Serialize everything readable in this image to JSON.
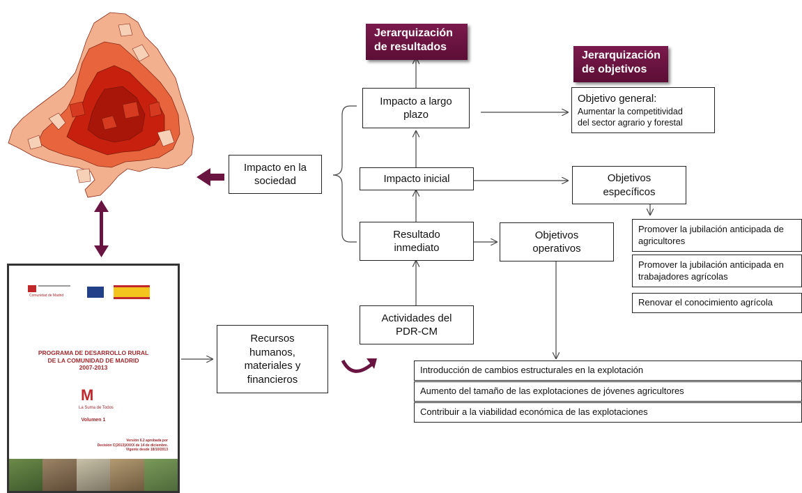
{
  "colors": {
    "accent": "#6a1541",
    "accent_dark": "#5c0e36",
    "map_dark": "#c21a0c",
    "map_mid": "#e85a38",
    "map_light": "#f4b090"
  },
  "headers": {
    "resultados": "Jerarquización\nde resultados",
    "objetivos": "Jerarquización\nde objetivos"
  },
  "boxes": {
    "impacto_largo": "Impacto  a largo\nplazo",
    "impacto_inicial": "Impacto  inicial",
    "resultado": "Resultado\ninmediato",
    "actividades": "Actividades del\nPDR-CM",
    "sociedad": "Impacto  en la\nsociedad",
    "recursos": "Recursos\nhumanos,\nmateriales  y\nfinancieros",
    "obj_general_title": "Objetivo general:",
    "obj_general_text": "Aumentar la competitividad\ndel sector agrario  y forestal",
    "obj_especificos": "Objetivos\nespecíficos",
    "obj_operativos": "Objetivos\noperativos"
  },
  "especificos_list": [
    "Promover  la jubilación  anticipada de\nagricultores",
    "Promover  la jubilación  anticipada en\ntrabajadores agrícolas",
    "Renovar el conocimiento agrícola"
  ],
  "operativos_list": [
    "Introducción  de cambios estructurales en la explotación",
    "Aumento del tamaño de las explotaciones de jóvenes agricultores",
    "Contribuir  a la viabilidad  económica de las explotaciones"
  ],
  "document": {
    "org": "Comunidad de Madrid",
    "title": "PROGRAMA DE DESARROLLO RURAL\nDE LA COMUNIDAD DE MADRID\n2007-2013",
    "logo": "M",
    "tagline": "La Suma de Todos",
    "volume": "Volumen 1",
    "version": "Versión 6.2  aprobada por\nDecisión C(2013)XXXX de 14 de diciembre.\nVigente desde 18/10/2013"
  },
  "icons": [
    "map-of-madrid-icon",
    "curved-arrow-icon",
    "double-arrow-icon",
    "left-arrow-icon"
  ]
}
